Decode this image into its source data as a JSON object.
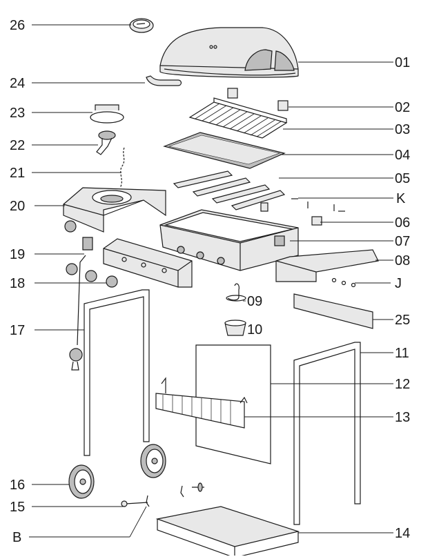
{
  "labels": {
    "l26": "26",
    "l24": "24",
    "l23": "23",
    "l22": "22",
    "l21": "21",
    "l20": "20",
    "l19": "19",
    "l18": "18",
    "l17": "17",
    "l16": "16",
    "l15": "15",
    "lB": "B",
    "l01": "01",
    "l02": "02",
    "l03": "03",
    "l04": "04",
    "l05": "05",
    "lK": "K",
    "l06": "06",
    "l07": "07",
    "l08": "08",
    "lJ": "J",
    "l09": "09",
    "l25": "25",
    "l10": "10",
    "l11": "11",
    "l12": "12",
    "l13": "13",
    "l14": "14"
  },
  "colors": {
    "line": "#1a1a1a",
    "part_fill": "#e8e8e8",
    "dark_fill": "#bdbdbd",
    "background": "#ffffff"
  }
}
